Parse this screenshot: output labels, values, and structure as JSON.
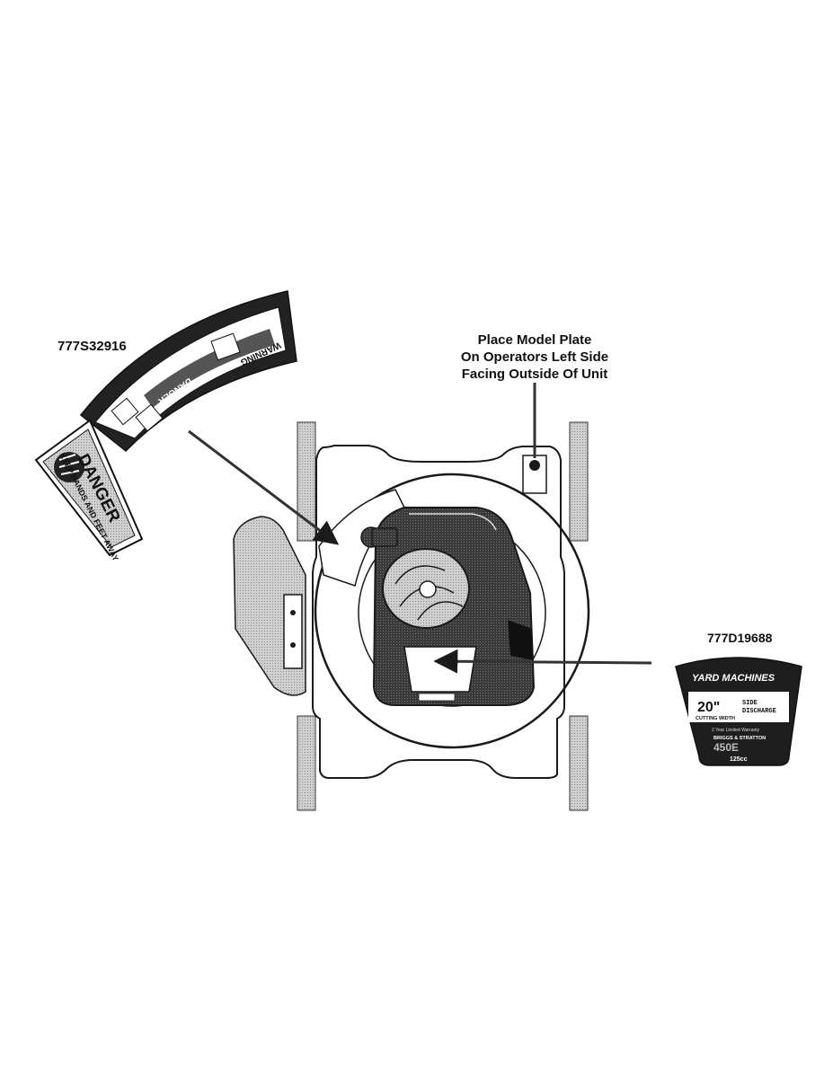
{
  "labels": {
    "danger_decal_part": "777S32916",
    "model_plate_part": "777D19688",
    "placement_note": [
      "Place Model Plate",
      "On Operators Left Side",
      "Facing Outside Of Unit"
    ]
  },
  "danger_decal": {
    "main_word": "DANGER",
    "main_message": "KEEP HANDS AND FEET AWAY",
    "secondary_danger": "DANGER",
    "warning_word": "WARNING"
  },
  "model_plate": {
    "brand": "YARD MACHINES",
    "cutting_width": "20\"",
    "cutting_width_label": "CUTTING WIDTH",
    "discharge_line1": "SIDE",
    "discharge_line2": "DISCHARGE",
    "warranty": "2 Year Limited Warranty",
    "engine_brand": "BRIGGS & STRATTON",
    "engine_series": "450E",
    "engine_cc": "125cc"
  },
  "colors": {
    "line": "#1a1a1a",
    "fill_dark": "#2a2a2a",
    "fill_mid": "#6a6a6a",
    "fill_light": "#bdbdbd",
    "background": "#ffffff"
  }
}
